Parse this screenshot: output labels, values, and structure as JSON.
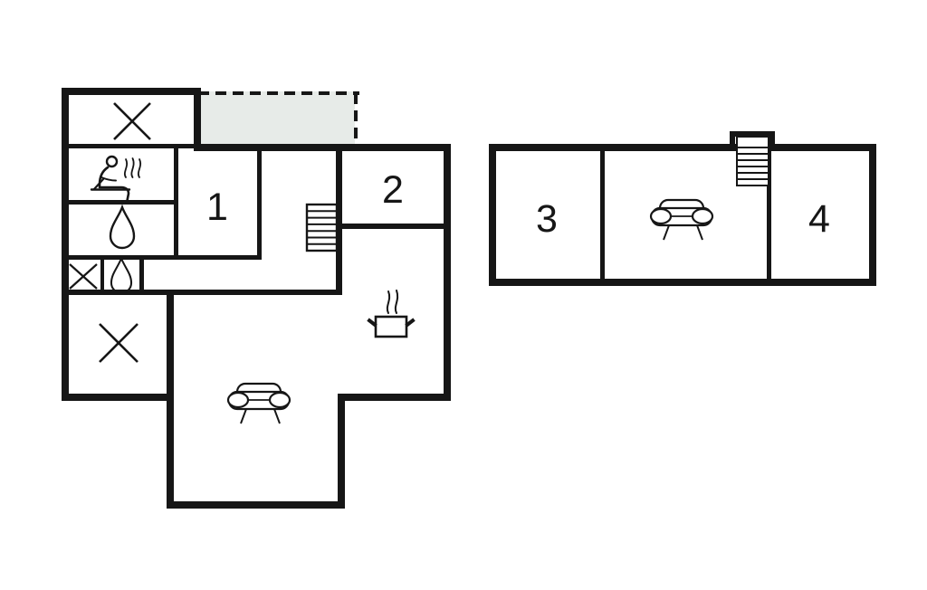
{
  "document": {
    "type": "floor-plan",
    "floors": 2,
    "description": "Two-floor holiday-home floor plan with numbered rooms and facility icons"
  },
  "colors": {
    "background": "#ffffff",
    "wall": "#161616",
    "terrace_fill": "#e7ebe8",
    "water_fill": "#b3edf2"
  },
  "rooms": {
    "r1": {
      "label": "1"
    },
    "r2": {
      "label": "2"
    },
    "r3": {
      "label": "3"
    },
    "r4": {
      "label": "4"
    }
  },
  "icons": {
    "ground_floor": [
      "cross-mark",
      "sauna-person",
      "water-drop",
      "cross-mark-small",
      "water-drop-small",
      "cross-mark-large",
      "staircase",
      "cooking-pot",
      "sofa"
    ],
    "upper_floor": [
      "staircase",
      "sofa"
    ],
    "terrace": "dashed-outline-area"
  }
}
